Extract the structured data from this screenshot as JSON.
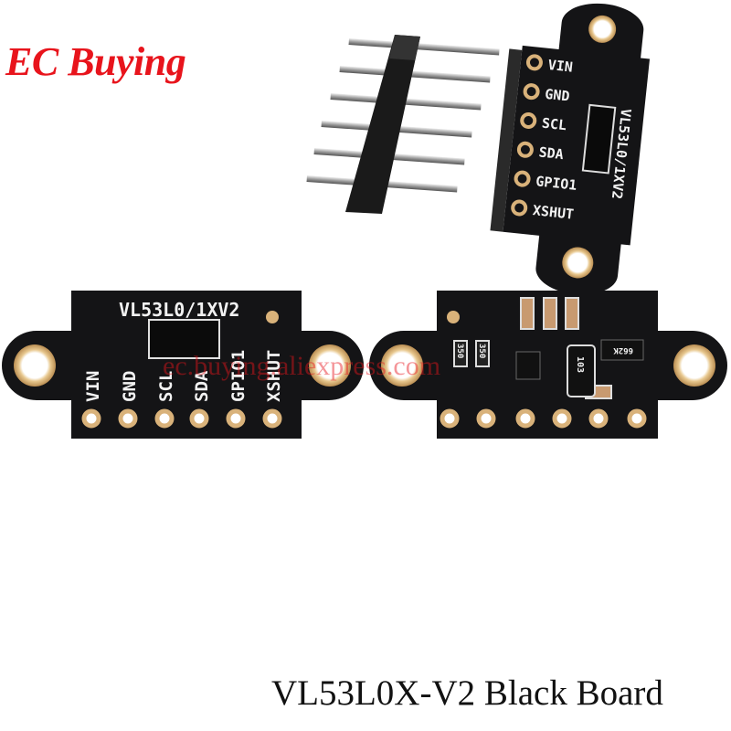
{
  "brand": {
    "text": "EC Buying",
    "color": "#e8141c"
  },
  "caption": "VL53L0X-V2 Black Board",
  "watermark": "ec.buying.aliexpress.com",
  "board_front": {
    "model_label": "VL53L0/1XV2",
    "pins": [
      "VIN",
      "GND",
      "SCL",
      "SDA",
      "GPIO1",
      "XSHUT"
    ]
  },
  "board_back": {
    "resistor_a": "350",
    "resistor_b": "350",
    "resistor_array": "103",
    "regulator": "662K"
  },
  "board_angled": {
    "model_label": "VL53L0/1XV2",
    "pins": [
      "VIN",
      "GND",
      "SCL",
      "SDA",
      "GPIO1",
      "XSHUT"
    ]
  },
  "colors": {
    "pcb": "#141416",
    "gold": "#d9b27a",
    "silkscreen": "#f2f2f2"
  }
}
